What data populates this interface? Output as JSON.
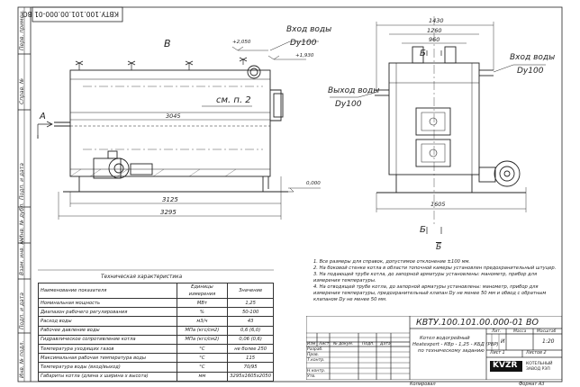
{
  "stamp": {
    "code": "КВТУ.100.101.00.000-01 ВО"
  },
  "side_stamps": [
    "Перв. примен.",
    "Справ. №",
    "Подп. и дата",
    "Инв. № дубл.",
    "Взам. инв. №",
    "Подп. и дата",
    "Инв. № подл."
  ],
  "views": {
    "left_label": "В",
    "right_label": "Б",
    "arrow_a": "А",
    "bottom_b": "Б",
    "bottom_b_frac": "Б"
  },
  "left_dims": {
    "total": "3295",
    "mid": "3125",
    "inner": "3045",
    "h1": "+2,050",
    "h2": "+1,930",
    "ground": "0,000"
  },
  "left_labels": {
    "vhod": "Вход воды",
    "vhod_dy": "Dy100",
    "see": "см. п. 2"
  },
  "right_dims": {
    "w1": "1430",
    "w2": "1260",
    "w3": "960",
    "bottom": "1605"
  },
  "right_labels": {
    "vhod": "Вход воды",
    "vhod_dy": "Dy100",
    "vyhod": "Выход воды",
    "vyhod_dy": "Dy100"
  },
  "tech": {
    "title": "Техническая характеристика",
    "header": [
      "Наименование показателя",
      "Единицы измерения",
      "Значение"
    ],
    "rows": [
      [
        "Номинальная мощность",
        "МВт",
        "1,25"
      ],
      [
        "Диапазон рабочего регулирования",
        "%",
        "50-100"
      ],
      [
        "Расход воды",
        "м3/ч",
        "43"
      ],
      [
        "Рабочее давление воды",
        "МПа (кгс/см2)",
        "0,6 (6,0)"
      ],
      [
        "Гидравлическое сопротивление котла",
        "МПа (кгс/см2)",
        "0,06 (0,6)"
      ],
      [
        "Температура уходящих газов",
        "°С",
        "не более 250"
      ],
      [
        "Максимальная рабочая температура воды",
        "°С",
        "115"
      ],
      [
        "Температура воды (вход/выход)",
        "°С",
        "70/95"
      ],
      [
        "Габариты котла (длина x ширина x высота)",
        "мм",
        "3295x1605x2050"
      ]
    ]
  },
  "notes": [
    [
      "1.",
      "Все размеры для справок, допустимое отклонение ±100 мм."
    ],
    [
      "2.",
      "На боковой стенке котла в области топочной камеры установлен предохранительный штуцер."
    ],
    [
      "3.",
      "На подающей трубе котла, до запорной арматуры установлены: манометр, прибор для измерения температуры."
    ],
    [
      "4.",
      "На отводящей трубе котла, до запорной арматуры установлены: манометр, прибор для измерения температуры, предохранительный клапан Dy не менее 50 мм и обвод с обратным клапаном Dy не менее 50 мм."
    ]
  ],
  "title_block": {
    "code": "КВТУ.100.101.00.000-01 ВО",
    "name_lines": [
      "Котел водогрейный",
      "Heatexpert - КВр - 1,25 - КБД (РВР)",
      "по техническому заданию"
    ],
    "col_labels": [
      "Изм",
      "Лист",
      "№ докум.",
      "Подп.",
      "Дата"
    ],
    "roles": [
      "Разраб.",
      "Пров.",
      "Т.контр.",
      "",
      "Н.контр.",
      "Утв."
    ],
    "lit_hdr": [
      "Лит.",
      "Масса",
      "Масштаб"
    ],
    "lit_val": [
      "И",
      "",
      "1:20"
    ],
    "sheet_lbl": "Лист 1",
    "sheets_lbl": "Листов 2",
    "logo": "KVZR",
    "company": "КОТЕЛЬНЫЙ ЗАВОД РЭП",
    "copied": "Копировал",
    "format": "Формат  А3"
  }
}
